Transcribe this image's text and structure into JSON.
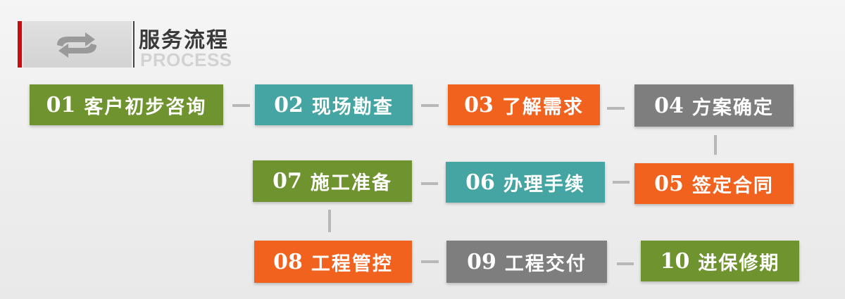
{
  "header": {
    "title": "服务流程",
    "subtitle": "PROCESS",
    "icon": "refresh-arrows-icon",
    "colors": {
      "accent": "#c40f13",
      "separator": "#444444"
    }
  },
  "steps": [
    {
      "num": "01",
      "label": "客户初步咨询",
      "color": "green"
    },
    {
      "num": "02",
      "label": "现场勘查",
      "color": "teal"
    },
    {
      "num": "03",
      "label": "了解需求",
      "color": "orange"
    },
    {
      "num": "04",
      "label": "方案确定",
      "color": "gray"
    },
    {
      "num": "05",
      "label": "签定合同",
      "color": "orange"
    },
    {
      "num": "06",
      "label": "办理手续",
      "color": "teal"
    },
    {
      "num": "07",
      "label": "施工准备",
      "color": "green"
    },
    {
      "num": "08",
      "label": "工程管控",
      "color": "orange"
    },
    {
      "num": "09",
      "label": "工程交付",
      "color": "gray"
    },
    {
      "num": "10",
      "label": "进保修期",
      "color": "green"
    }
  ],
  "palette": {
    "green": "#6f932f",
    "teal": "#45a5a3",
    "orange": "#f0621d",
    "gray": "#7e7e7e",
    "connector": "#b8b8b8"
  }
}
